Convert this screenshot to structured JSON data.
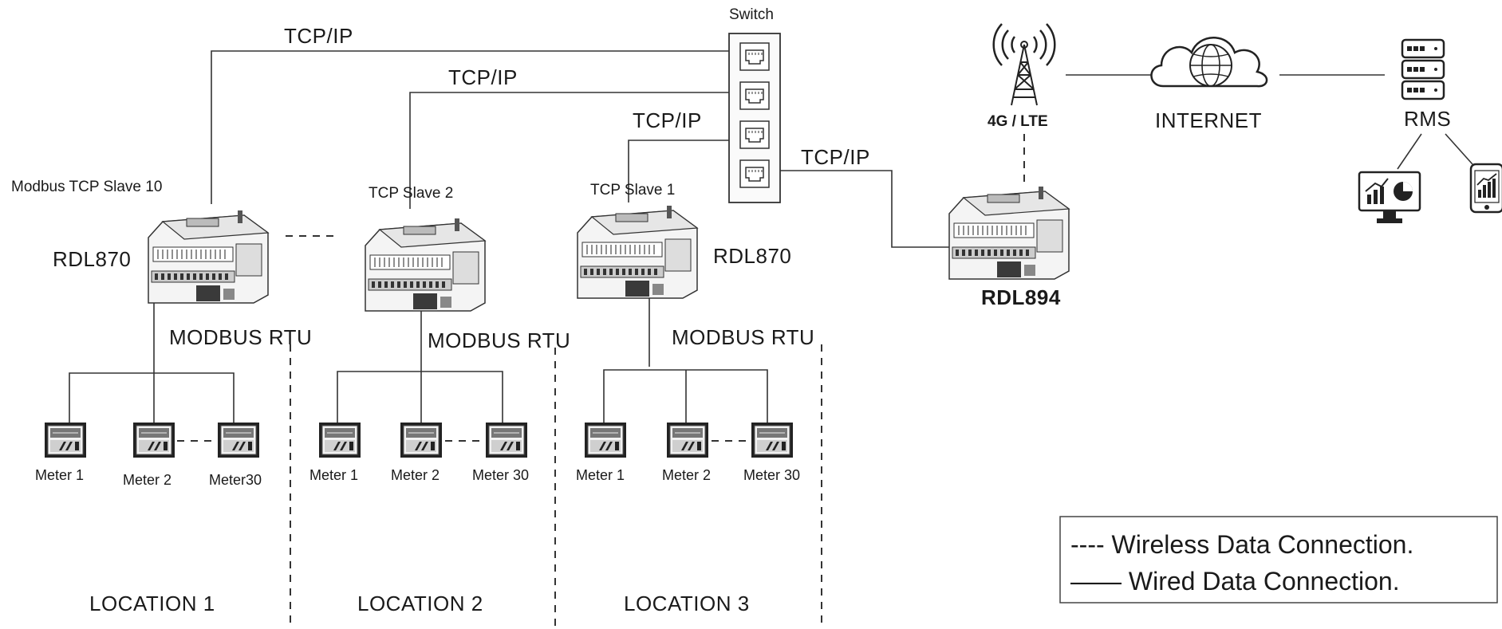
{
  "switch": {
    "label": "Switch"
  },
  "links": {
    "tcp_loc1": "TCP/IP",
    "tcp_loc2": "TCP/IP",
    "tcp_loc3": "TCP/IP",
    "tcp_rdl894": "TCP/IP"
  },
  "locations": [
    {
      "slave_label": "Modbus TCP Slave 10",
      "device_label": "RDL870",
      "bus_label": "MODBUS RTU",
      "meters": [
        "Meter 1",
        "Meter 2",
        "Meter30"
      ],
      "location_label": "LOCATION 1"
    },
    {
      "slave_label": "TCP Slave 2",
      "device_label": "",
      "bus_label": "MODBUS RTU",
      "meters": [
        "Meter 1",
        "Meter 2",
        "Meter 30"
      ],
      "location_label": "LOCATION 2"
    },
    {
      "slave_label": "TCP Slave 1",
      "device_label": "RDL870",
      "bus_label": "MODBUS RTU",
      "meters": [
        "Meter 1",
        "Meter 2",
        "Meter 30"
      ],
      "location_label": "LOCATION 3"
    }
  ],
  "gateway": {
    "label": "RDL894"
  },
  "cloud": {
    "tower_label": "4G / LTE",
    "internet_label": "INTERNET",
    "rms_label": "RMS"
  },
  "legend": {
    "wireless": "---- Wireless Data Connection.",
    "wired": "—— Wired Data Connection."
  }
}
